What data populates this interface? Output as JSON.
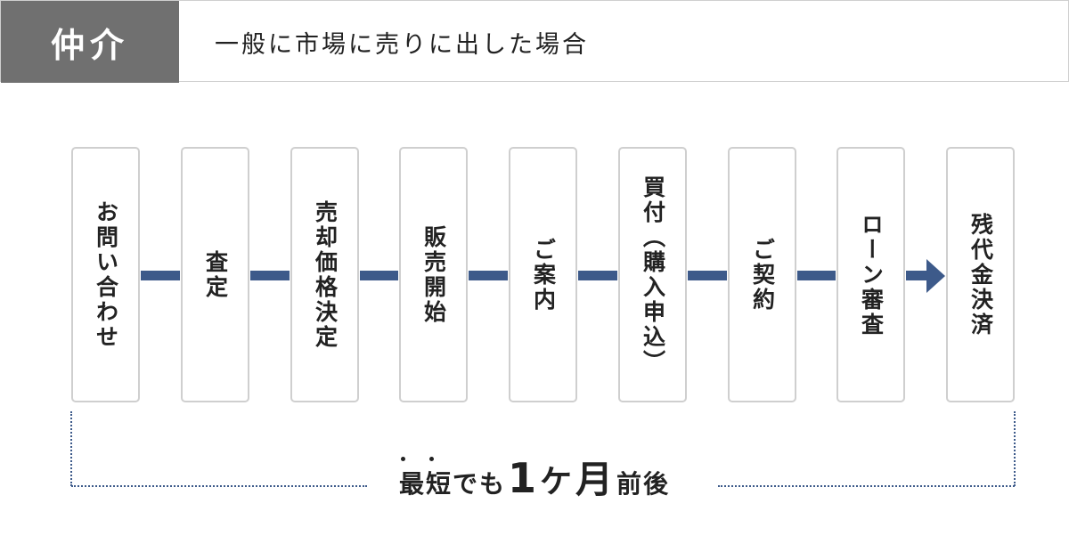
{
  "header": {
    "badge": "仲介",
    "title": "一般に市場に売りに出した場合"
  },
  "steps": [
    "お問い合わせ",
    "査定",
    "売却価格決定",
    "販売開始",
    "ご案内",
    "買付（購入申込）",
    "ご契約",
    "ローン審査",
    "残代金決済"
  ],
  "duration": {
    "prefix": "最短でも",
    "number": "1",
    "unit_ke": "ケ",
    "unit_month": "月",
    "suffix": "前後"
  },
  "colors": {
    "badge_bg": "#707070",
    "connector": "#3d5a8a",
    "box_border": "#cfcfcf"
  }
}
